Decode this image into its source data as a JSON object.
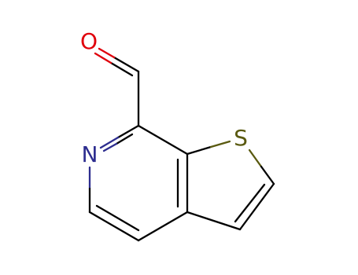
{
  "molecule": {
    "atoms": {
      "oxygen": {
        "label": "O",
        "color": "#e0000b"
      },
      "nitrogen": {
        "label": "N",
        "color": "#2d2d8f"
      },
      "sulfur": {
        "label": "S",
        "color": "#5a5a10"
      }
    },
    "bond_color": "#000000"
  }
}
